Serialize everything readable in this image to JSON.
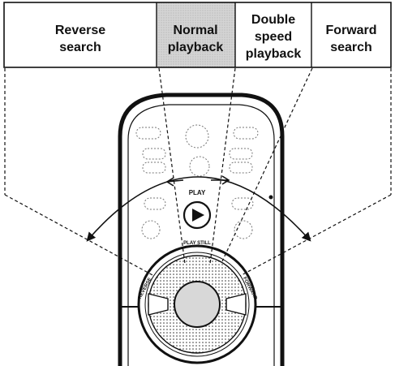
{
  "header": {
    "cells": [
      {
        "lines": [
          "Reverse",
          "search"
        ],
        "highlight": false
      },
      {
        "lines": [
          "Normal",
          "playback"
        ],
        "highlight": true
      },
      {
        "lines": [
          "Double",
          "speed",
          "playback"
        ],
        "highlight": false
      },
      {
        "lines": [
          "Forward",
          "search"
        ],
        "highlight": false
      }
    ]
  },
  "remote": {
    "play_label": "PLAY",
    "play_still_label": "PLAY STILL",
    "reverse_label": "REVERSE",
    "forward_label": "FORWARD"
  },
  "colors": {
    "ink": "#111111",
    "highlight_fill": "#cfcfcf",
    "remote_body": "#ffffff"
  },
  "icons": [
    "play-icon"
  ]
}
